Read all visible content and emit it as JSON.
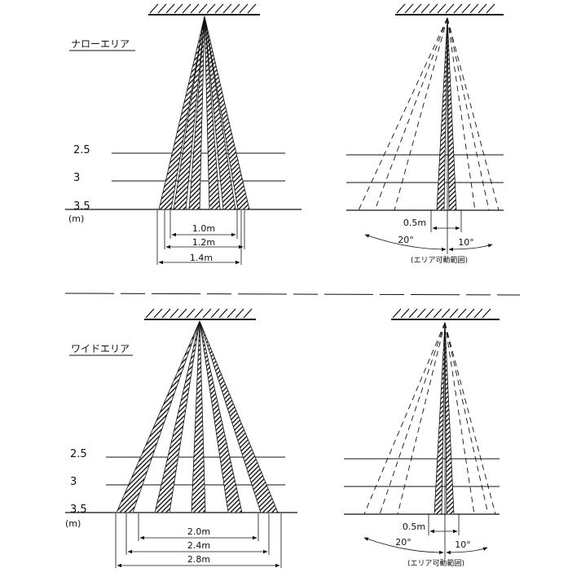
{
  "sections": [
    {
      "id": "narrow",
      "title": "ナローエリア",
      "height_labels": [
        "2.5",
        "3",
        "3.5"
      ],
      "unit_label": "(m)",
      "widths": [
        "1.0m",
        "1.2m",
        "1.4m"
      ],
      "side": {
        "width_label": "0.5m",
        "angle_left": "20°",
        "angle_right": "10°",
        "caption": "(エリア可動範囲)"
      }
    },
    {
      "id": "wide",
      "title": "ワイドエリア",
      "height_labels": [
        "2.5",
        "3",
        "3.5"
      ],
      "unit_label": "(m)",
      "widths": [
        "2.0m",
        "2.4m",
        "2.8m"
      ],
      "side": {
        "width_label": "0.5m",
        "angle_left": "20°",
        "angle_right": "10°",
        "caption": "(エリア可動範囲)"
      }
    }
  ]
}
